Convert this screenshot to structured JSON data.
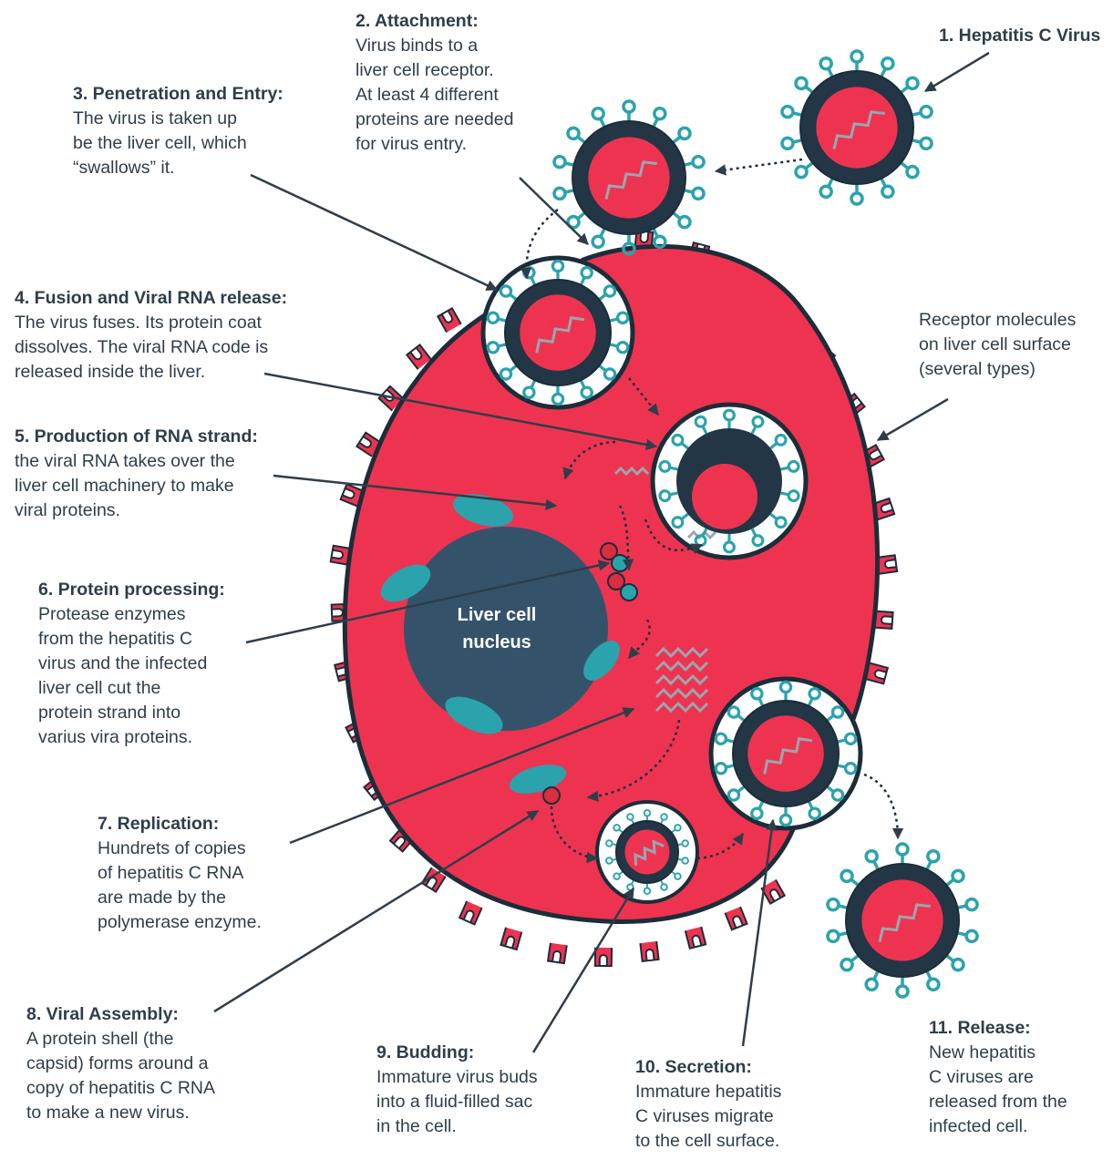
{
  "labels": {
    "s1": {
      "title": "1. Hepatitis C Virus",
      "body": ""
    },
    "s2": {
      "title": "2. Attachment:",
      "body": "Virus binds to a\nliver cell receptor.\nAt least 4 different\nproteins are needed\nfor virus entry."
    },
    "s3": {
      "title": "3. Penetration and Entry:",
      "body": "The virus is taken up\nbe the liver cell, which\n“swallows” it."
    },
    "s4": {
      "title": "4. Fusion and Viral RNA release:",
      "body": "The virus fuses. Its protein coat\ndissolves. The viral RNA code is\nreleased inside the liver."
    },
    "s5": {
      "title": "5. Production of RNA strand:",
      "body": "the viral RNA takes over the\nliver cell machinery to make\nviral proteins."
    },
    "s6": {
      "title": "6. Protein processing:",
      "body": "Protease enzymes\nfrom the hepatitis C\nvirus and the infected\nliver cell cut the\nprotein strand into\nvarius vira proteins."
    },
    "s7": {
      "title": "7. Replication:",
      "body": "Hundrets of copies\nof hepatitis C RNA\nare made by the\npolymerase enzyme."
    },
    "s8": {
      "title": "8. Viral Assembly:",
      "body": "A protein shell (the\ncapsid) forms around a\ncopy of hepatitis C RNA\nto make a new virus."
    },
    "s9": {
      "title": "9. Budding:",
      "body": "Immature virus buds\ninto a fluid-filled sac\nin the cell."
    },
    "s10": {
      "title": "10. Secretion:",
      "body": "Immature hepatitis\nC viruses migrate\nto the cell surface."
    },
    "s11": {
      "title": "11. Release:",
      "body": "New hepatitis\nC viruses are\nreleased from the\ninfected cell."
    },
    "receptor": {
      "title": "",
      "body": "Receptor molecules\non liver cell surface\n(several types)"
    }
  },
  "nucleus_label": "Liver cell\nnucleus",
  "colors": {
    "cell": "#ee3350",
    "outline": "#1c2d3a",
    "virus_shell": "#223645",
    "spike": "#2aa3ad",
    "nucleus": "#34536b",
    "text": "#2d3e4a"
  }
}
